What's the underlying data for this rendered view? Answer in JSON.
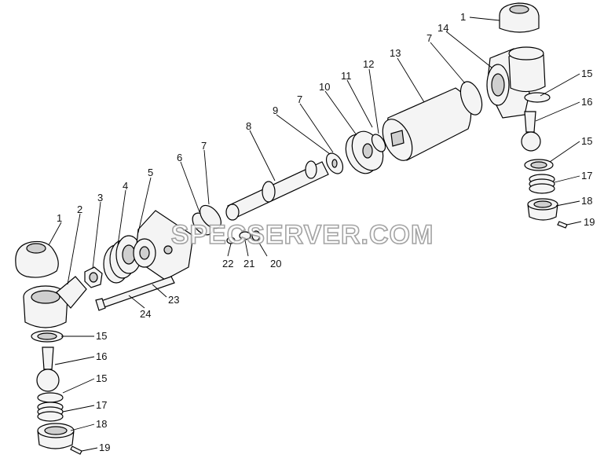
{
  "watermark": "SPECSERVER.COM",
  "labels": {
    "l1a": "1",
    "l1b": "1",
    "l2": "2",
    "l3": "3",
    "l4": "4",
    "l5": "5",
    "l6": "6",
    "l7a": "7",
    "l7b": "7",
    "l7c": "7",
    "l8": "8",
    "l9": "9",
    "l10": "10",
    "l11": "11",
    "l12": "12",
    "l13": "13",
    "l14": "14",
    "l15a": "15",
    "l15b": "15",
    "l15c": "15",
    "l15d": "15",
    "l16a": "16",
    "l16b": "16",
    "l17a": "17",
    "l17b": "17",
    "l18a": "18",
    "l18b": "18",
    "l19a": "19",
    "l19b": "19",
    "l20": "20",
    "l21": "21",
    "l22": "22",
    "l23": "23",
    "l24": "24"
  }
}
